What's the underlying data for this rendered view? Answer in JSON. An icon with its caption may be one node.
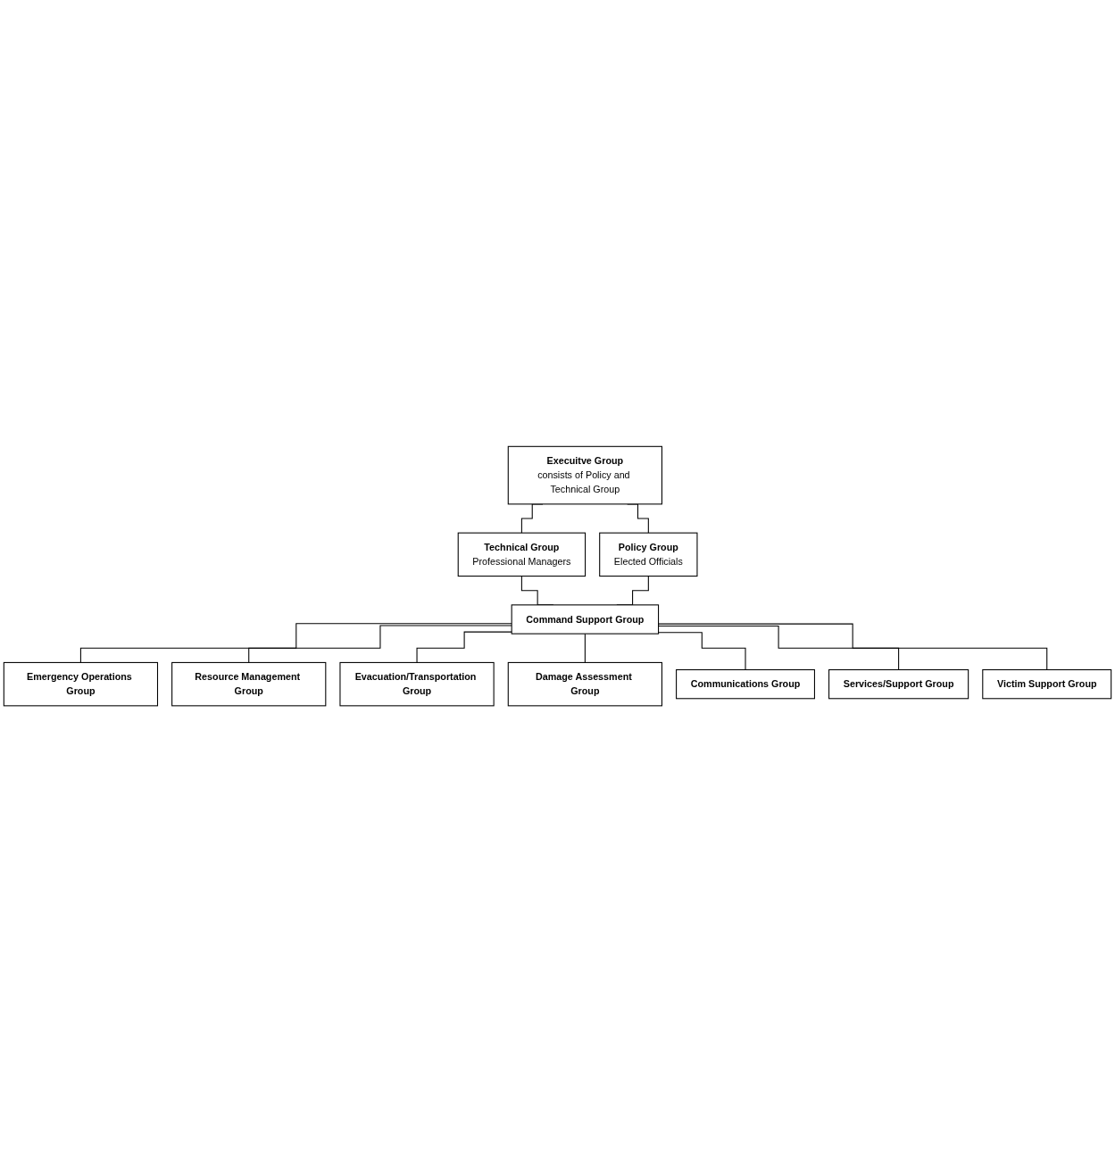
{
  "diagram": {
    "nodes": [
      {
        "text": [
          "Execuitve Group",
          "consists of Policy and Technical Group"
        ]
      },
      {
        "text": [
          "Technical Group",
          "Professional Managers"
        ]
      },
      {
        "text": [
          "Policy Group",
          "Elected Officials"
        ]
      },
      {
        "text": [
          "Command Support Group"
        ]
      },
      {
        "text": [
          "Emergency Operations Group"
        ]
      },
      {
        "text": [
          "Resource Management Group"
        ]
      },
      {
        "text": [
          "Evacuation/Transportation Group"
        ]
      },
      {
        "text": [
          "Damage Assessment Group"
        ]
      },
      {
        "text": [
          "Communications Group"
        ]
      },
      {
        "text": [
          "Services/Support Group"
        ]
      },
      {
        "text": [
          "Victim Support Group"
        ]
      }
    ],
    "edges": [
      {
        "from": 0,
        "to": 1,
        "arrow": "none"
      },
      {
        "from": 0,
        "to": 2,
        "arrow": "none"
      },
      {
        "from": 1,
        "to": 3,
        "arrow": "none"
      },
      {
        "from": 2,
        "to": 3,
        "arrow": "none"
      },
      {
        "from": 3,
        "to": 4,
        "arrow": "none"
      },
      {
        "from": 3,
        "to": 5,
        "arrow": "none"
      },
      {
        "from": 3,
        "to": 6,
        "arrow": "none"
      },
      {
        "from": 3,
        "to": 7,
        "arrow": "none"
      },
      {
        "from": 3,
        "to": 8,
        "arrow": "none"
      },
      {
        "from": 3,
        "to": 9,
        "arrow": "none"
      },
      {
        "from": 3,
        "to": 10,
        "arrow": "none"
      }
    ]
  }
}
